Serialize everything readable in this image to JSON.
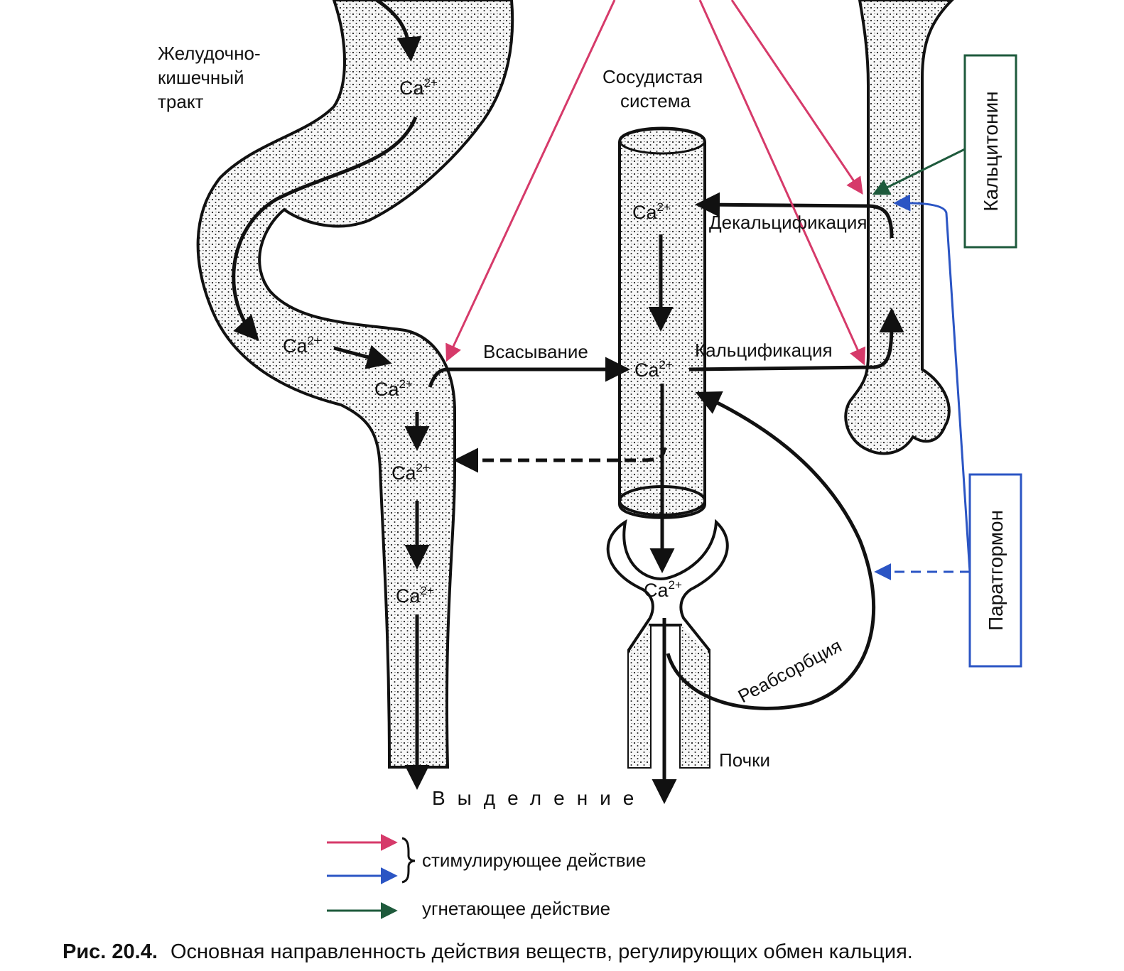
{
  "labels": {
    "gi_line1": "Желудочно-",
    "gi_line2": "кишечный",
    "gi_line3": "тракт",
    "vascular_line1": "Сосудистая",
    "vascular_line2": "система",
    "absorption": "Всасывание",
    "decalcification": "Декальцификация",
    "calcification": "Кальцификация",
    "reabsorption": "Реабсорбция",
    "kidneys": "Почки",
    "excretion": "Выделение",
    "ca": "Ca",
    "ca_charge": "2+"
  },
  "hormones": {
    "calcitonin": "Кальцитонин",
    "parathormone": "Паратгормон"
  },
  "legend": {
    "stimulating": "стимулирующее действие",
    "inhibiting": "угнетающее действие"
  },
  "caption": {
    "prefix": "Рис. 20.4.",
    "text": "Основная направленность действия веществ, регулирующих обмен кальция."
  },
  "colors": {
    "stimulating_red": "#d63a6a",
    "stimulating_blue": "#2b55c4",
    "inhibiting_green": "#1e5a3c",
    "stroke": "#111111"
  }
}
